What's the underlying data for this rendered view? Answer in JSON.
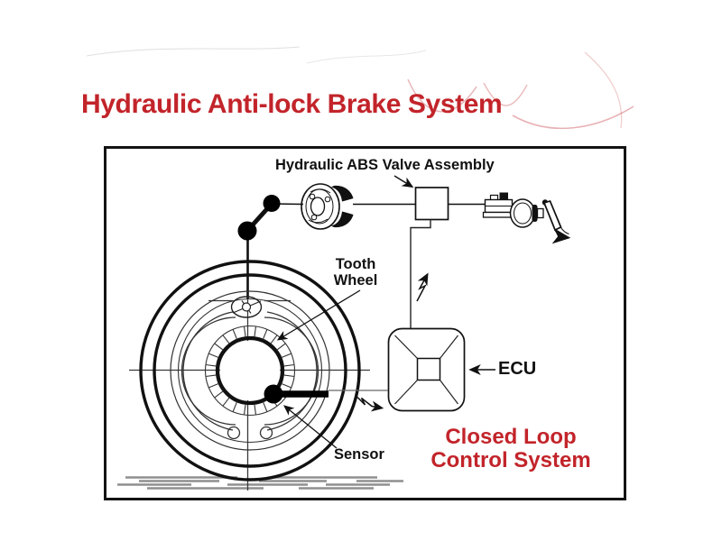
{
  "slide": {
    "title": "Hydraulic Anti-lock Brake System"
  },
  "diagram": {
    "labels": {
      "valve_assembly": "Hydraulic ABS Valve Assembly",
      "tooth_wheel_line1": "Tooth",
      "tooth_wheel_line2": "Wheel",
      "sensor": "Sensor",
      "ecu": "ECU",
      "closed_loop_line1": "Closed Loop",
      "closed_loop_line2": "Control System"
    },
    "colors": {
      "accent_red": "#c2242a",
      "line_black": "#1a1a1a",
      "ground_gray": "#8f8f8f"
    },
    "components": [
      "hydraulic-pump-icon",
      "abs-valve-box-icon",
      "master-cylinder-pedal-icon",
      "brake-drum-wheel-icon",
      "tooth-wheel-ring-icon",
      "wheel-speed-sensor-icon",
      "ecu-box-icon",
      "signal-lightning-icon"
    ]
  }
}
